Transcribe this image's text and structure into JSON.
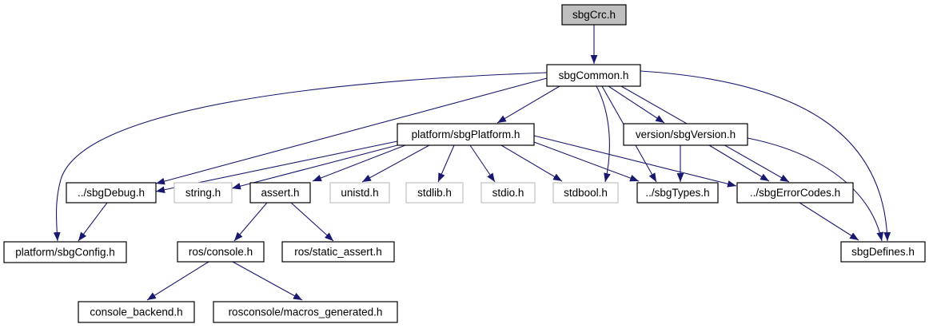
{
  "diagram": {
    "kind": "doxygen-include-dependency-graph",
    "root_file": "sbgCrc.h",
    "colors": {
      "edge": "#191970",
      "border_file": "#000000",
      "border_system": "#c0c0c0",
      "fill_current": "#bfbfbf",
      "fill_node": "#ffffff",
      "text": "#000000",
      "background": "#ffffff"
    }
  },
  "graph": {
    "nodes": [
      {
        "id": "crc",
        "label": "sbgCrc.h",
        "kind": "current"
      },
      {
        "id": "common",
        "label": "sbgCommon.h",
        "kind": "file"
      },
      {
        "id": "platform",
        "label": "platform/sbgPlatform.h",
        "kind": "file"
      },
      {
        "id": "version",
        "label": "version/sbgVersion.h",
        "kind": "file"
      },
      {
        "id": "debug",
        "label": "../sbgDebug.h",
        "kind": "file"
      },
      {
        "id": "string",
        "label": "string.h",
        "kind": "system"
      },
      {
        "id": "assert",
        "label": "assert.h",
        "kind": "file"
      },
      {
        "id": "unistd",
        "label": "unistd.h",
        "kind": "system"
      },
      {
        "id": "stdlib",
        "label": "stdlib.h",
        "kind": "system"
      },
      {
        "id": "stdio",
        "label": "stdio.h",
        "kind": "system"
      },
      {
        "id": "stdbool",
        "label": "stdbool.h",
        "kind": "system"
      },
      {
        "id": "types",
        "label": "../sbgTypes.h",
        "kind": "file"
      },
      {
        "id": "errcodes",
        "label": "../sbgErrorCodes.h",
        "kind": "file"
      },
      {
        "id": "config",
        "label": "platform/sbgConfig.h",
        "kind": "file"
      },
      {
        "id": "console",
        "label": "ros/console.h",
        "kind": "file"
      },
      {
        "id": "staticassert",
        "label": "ros/static_assert.h",
        "kind": "file"
      },
      {
        "id": "defines",
        "label": "sbgDefines.h",
        "kind": "file"
      },
      {
        "id": "backend",
        "label": "console_backend.h",
        "kind": "file"
      },
      {
        "id": "macros",
        "label": "rosconsole/macros_generated.h",
        "kind": "file"
      }
    ],
    "edges": [
      {
        "from": "crc",
        "to": "common"
      },
      {
        "from": "common",
        "to": "platform"
      },
      {
        "from": "common",
        "to": "version"
      },
      {
        "from": "common",
        "to": "debug"
      },
      {
        "from": "common",
        "to": "config"
      },
      {
        "from": "common",
        "to": "stdbool"
      },
      {
        "from": "common",
        "to": "types"
      },
      {
        "from": "common",
        "to": "errcodes"
      },
      {
        "from": "common",
        "to": "defines"
      },
      {
        "from": "platform",
        "to": "debug"
      },
      {
        "from": "platform",
        "to": "string"
      },
      {
        "from": "platform",
        "to": "assert"
      },
      {
        "from": "platform",
        "to": "unistd"
      },
      {
        "from": "platform",
        "to": "stdlib"
      },
      {
        "from": "platform",
        "to": "stdio"
      },
      {
        "from": "platform",
        "to": "stdbool"
      },
      {
        "from": "platform",
        "to": "types"
      },
      {
        "from": "platform",
        "to": "errcodes"
      },
      {
        "from": "version",
        "to": "types"
      },
      {
        "from": "version",
        "to": "errcodes"
      },
      {
        "from": "version",
        "to": "defines"
      },
      {
        "from": "errcodes",
        "to": "defines"
      },
      {
        "from": "debug",
        "to": "config"
      },
      {
        "from": "assert",
        "to": "console"
      },
      {
        "from": "assert",
        "to": "staticassert"
      },
      {
        "from": "console",
        "to": "backend"
      },
      {
        "from": "console",
        "to": "macros"
      }
    ]
  }
}
